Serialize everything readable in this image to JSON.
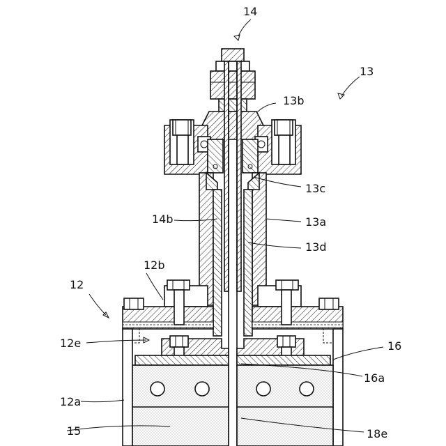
{
  "figure": {
    "labels": {
      "l14": "14",
      "l13": "13",
      "l13b": "13b",
      "l13c": "13c",
      "l13a": "13a",
      "l13d": "13d",
      "l14b": "14b",
      "l12b": "12b",
      "l12": "12",
      "l12e": "12e",
      "l16": "16",
      "l16a": "16a",
      "l12a": "12a",
      "l15": "15",
      "l18e": "18e"
    }
  }
}
